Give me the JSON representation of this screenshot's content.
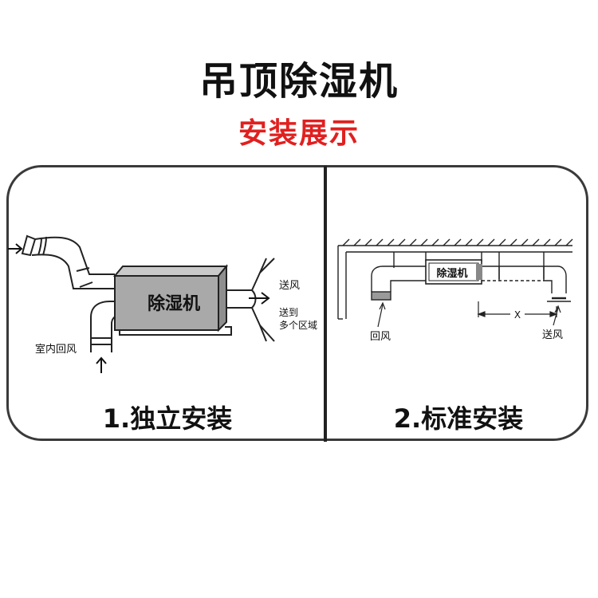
{
  "title": "吊顶除湿机",
  "subtitle": "安装展示",
  "panel1": {
    "caption": "1.独立安装",
    "unit_label": "除湿机",
    "supply_label": "送风",
    "supply_to_line1": "送到",
    "supply_to_line2": "多个区域",
    "indoor_return_label": "室内回风"
  },
  "panel2": {
    "caption": "2.标准安装",
    "unit_label": "除湿机",
    "return_label": "回风",
    "supply_label": "送风",
    "distance_label": "X"
  },
  "colors": {
    "title": "#111111",
    "subtitle": "#e02020",
    "unit_fill": "#a9a9a9",
    "frame": "#3a3a3a"
  }
}
